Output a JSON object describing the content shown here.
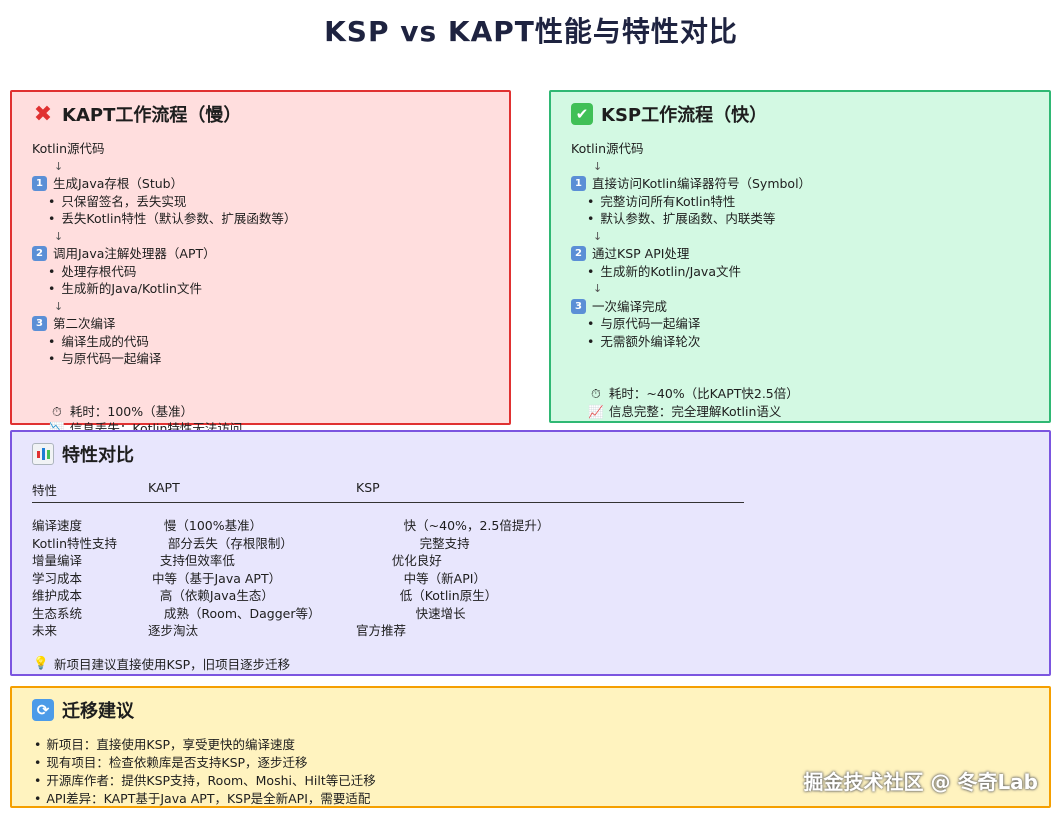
{
  "title": "KSP vs KAPT性能与特性对比",
  "kapt": {
    "heading": "KAPT工作流程（慢）",
    "source": "Kotlin源代码",
    "arrow": "↓",
    "step1": "生成Java存根（Stub）",
    "step1_b1": "只保留签名，丢失实现",
    "step1_b2": "丢失Kotlin特性（默认参数、扩展函数等）",
    "step2": "调用Java注解处理器（APT）",
    "step2_b1": "处理存根代码",
    "step2_b2": "生成新的Java/Kotlin文件",
    "step3": "第二次编译",
    "step3_b1": "编译生成的代码",
    "step3_b2": "与原代码一起编译",
    "time": "耗时：100%（基准）",
    "info": "信息丢失：Kotlin特性无法访问"
  },
  "ksp": {
    "heading": "KSP工作流程（快）",
    "source": "Kotlin源代码",
    "arrow": "↓",
    "step1": "直接访问Kotlin编译器符号（Symbol）",
    "step1_b1": "完整访问所有Kotlin特性",
    "step1_b2": "默认参数、扩展函数、内联类等",
    "step2": "通过KSP API处理",
    "step2_b1": "生成新的Kotlin/Java文件",
    "step3": "一次编译完成",
    "step3_b1": "与原代码一起编译",
    "step3_b2": "无需额外编译轮次",
    "time": "耗时：~40%（比KAPT快2.5倍）",
    "info": "信息完整：完全理解Kotlin语义"
  },
  "compare": {
    "heading": "特性对比",
    "headers": [
      "特性",
      "KAPT",
      "KSP"
    ],
    "rows": [
      [
        "编译速度",
        "    慢（100%基准）",
        "            快（~40%，2.5倍提升）"
      ],
      [
        "Kotlin特性支持",
        "     部分丢失（存根限制）",
        "                完整支持"
      ],
      [
        "增量编译",
        "   支持但效率低",
        "         优化良好"
      ],
      [
        "学习成本",
        " 中等（基于Java APT）",
        "            中等（新API）"
      ],
      [
        "维护成本",
        "   高（依赖Java生态）",
        "           低（Kotlin原生）"
      ],
      [
        "生态系统",
        "    成熟（Room、Dagger等）",
        "               快速增长"
      ],
      [
        "未来",
        "逐步淘汰",
        "官方推荐"
      ]
    ],
    "tip": "新项目建议直接使用KSP，旧项目逐步迁移"
  },
  "migration": {
    "heading": "迁移建议",
    "items": [
      "新项目：直接使用KSP，享受更快的编译速度",
      "现有项目：检查依赖库是否支持KSP，逐步迁移",
      "开源库作者：提供KSP支持，Room、Moshi、Hilt等已迁移",
      "API差异：KAPT基于Java APT，KSP是全新API，需要适配"
    ]
  },
  "numbers": [
    "1",
    "2",
    "3"
  ],
  "watermark": "掘金技术社区 @ 冬奇Lab",
  "colors": {
    "kapt_bg": "#ffdede",
    "kapt_border": "#e03131",
    "ksp_bg": "#d3f9e3",
    "ksp_border": "#2fb874",
    "compare_bg": "#e8e6fd",
    "compare_border": "#7b55e0",
    "migration_bg": "#fff3bf",
    "migration_border": "#f59f00"
  },
  "icons": [
    "cross-mark-icon",
    "check-mark-icon",
    "bar-chart-icon",
    "cycle-arrows-icon",
    "stopwatch-icon",
    "chart-decreasing-icon",
    "chart-increasing-icon",
    "lightbulb-icon"
  ]
}
